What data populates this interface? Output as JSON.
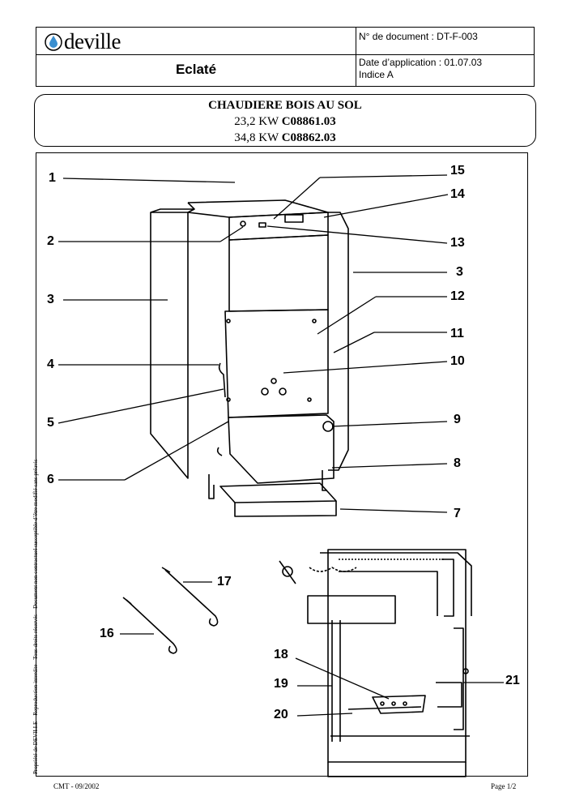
{
  "header": {
    "brand": "deville",
    "title": "Eclaté",
    "doc_number": "N° de document : DT-F-003",
    "application_date": "Date d’application : 01.07.03",
    "index": "Indice A"
  },
  "product": {
    "name": "CHAUDIERE BOIS AU SOL",
    "variant1_power": "23,2 KW",
    "variant1_code": "C08861.03",
    "variant2_power": "34,8 KW",
    "variant2_code": "C08862.03"
  },
  "callouts": [
    "1",
    "2",
    "3",
    "4",
    "5",
    "6",
    "3",
    "15",
    "14",
    "13",
    "12",
    "11",
    "10",
    "9",
    "8",
    "7",
    "17",
    "16",
    "18",
    "19",
    "20",
    "21"
  ],
  "side_note": "Propriété de DEVILLE – Reproduction interdite - Tous droits réservés – Document non contractuel susceptible d’être modifié sans préavis",
  "footer": {
    "left": "CMT - 09/2002",
    "right": "Page 1/2"
  },
  "colors": {
    "logo_drop": "#3a8fd0"
  }
}
